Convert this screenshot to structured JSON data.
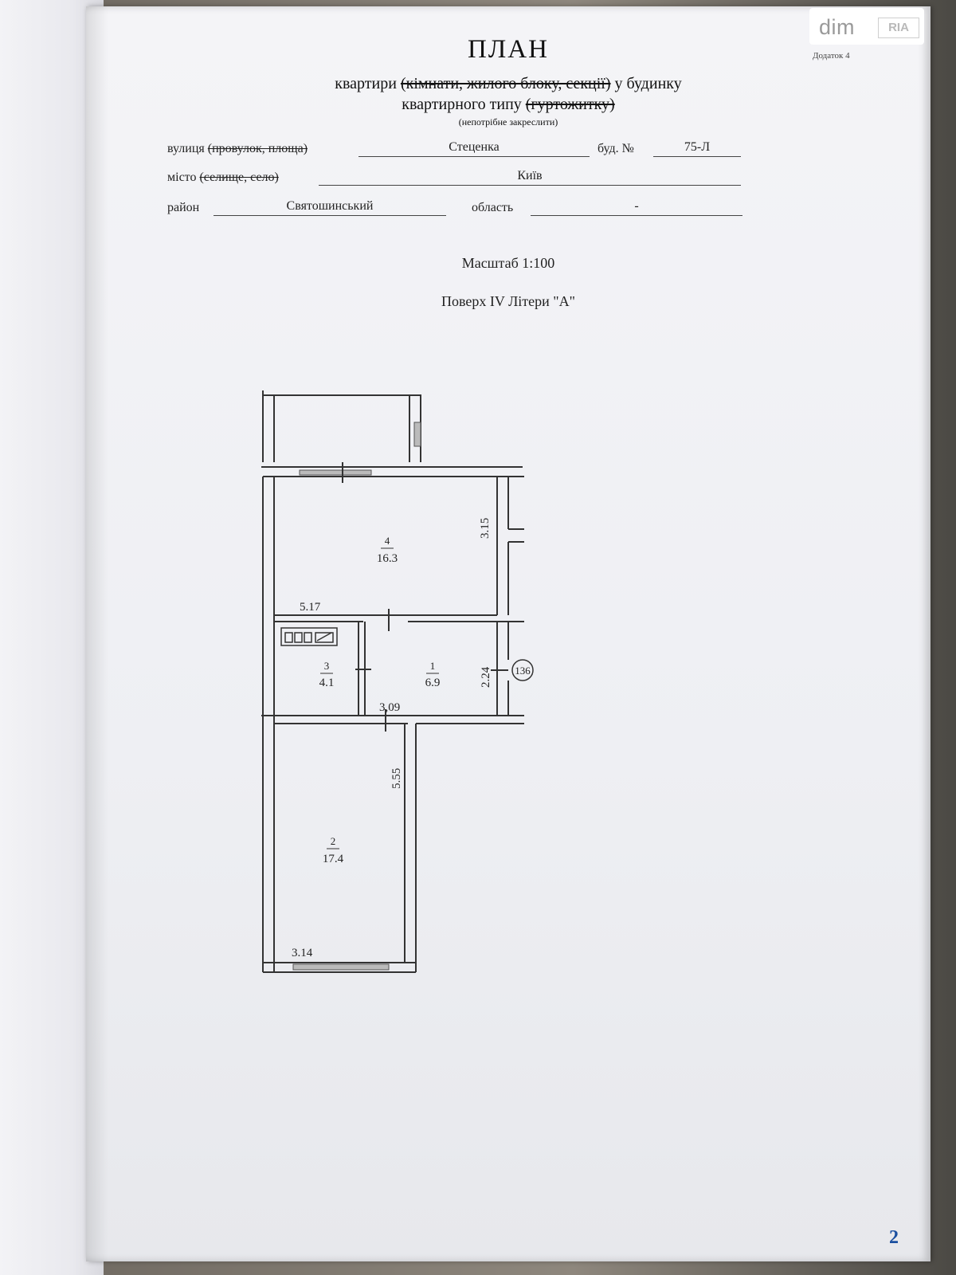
{
  "watermark": {
    "text": "dim",
    "logo": "RIA"
  },
  "header": {
    "addendum": "Додаток 4",
    "title": "ПЛАН",
    "line1_prefix": "квартири ",
    "line1_struck": "(кімнати, жилого блоку, секції)",
    "line1_suffix": " у будинку",
    "line2_prefix": "квартирного типу ",
    "line2_struck": "(гуртожитку)",
    "note": "(непотрібне закреслити)"
  },
  "address": {
    "street_label": "вулиця",
    "street_label_struck": "(провулок, площа)",
    "street_value": "Стеценка",
    "building_label": "буд. №",
    "building_value": "75-Л",
    "city_label": "місто",
    "city_label_struck": "(селище, село)",
    "city_value": "Київ",
    "district_label": "район",
    "district_value": "Святошинський",
    "region_label": "область",
    "region_value": "-"
  },
  "scale_text": "Масштаб 1:100",
  "floor_text": "Поверх IV Літери \"А\"",
  "plan": {
    "rooms": [
      {
        "number": "4",
        "area": "16.3"
      },
      {
        "number": "3",
        "area": "4.1"
      },
      {
        "number": "1",
        "area": "6.9"
      },
      {
        "number": "2",
        "area": "17.4"
      }
    ],
    "dimensions": {
      "room4_width": "5.17",
      "room4_depth": "3.15",
      "room1_depth": "2.24",
      "room1_width": "3,09",
      "room2_depth": "5.55",
      "room2_width": "3.14"
    },
    "door_marker": "136"
  },
  "page_number": "2"
}
